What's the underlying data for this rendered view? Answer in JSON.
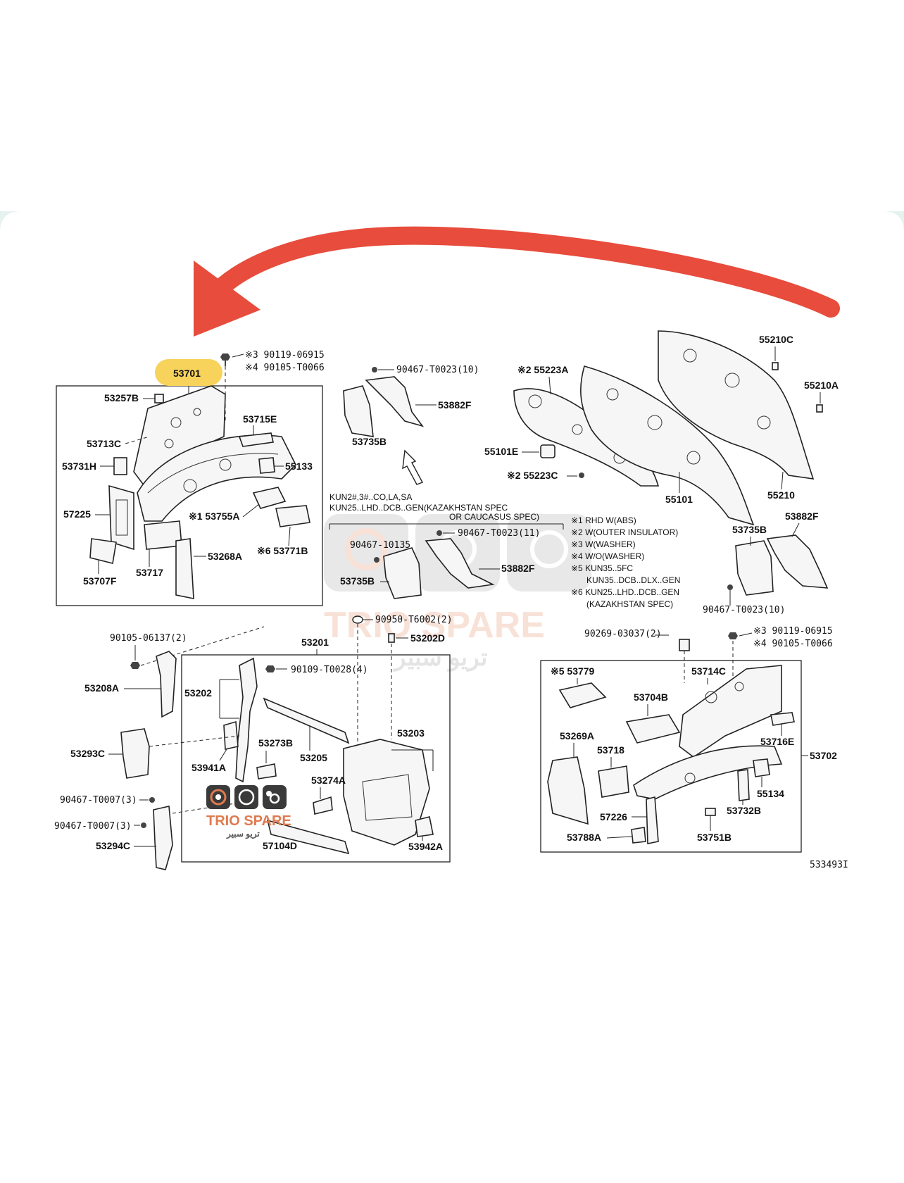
{
  "colors": {
    "arrow": "#e74c3c",
    "highlight": "#f7d35c",
    "watermark": "#e07a4f",
    "ink": "#111111"
  },
  "highlight_label": "53701",
  "labels": {
    "p53257B": "53257B",
    "p53713C": "53713C",
    "p53731H": "53731H",
    "p57225": "57225",
    "p53707F": "53707F",
    "p53717": "53717",
    "p53268A": "53268A",
    "p53715E": "53715E",
    "p55133": "55133",
    "p53755A": "※1 53755A",
    "p53771B": "※6 53771B",
    "fast_top_3": "※3 90119-06915",
    "fast_top_4": "※4 90105-T0066",
    "p90467_T0023_10a": "90467-T0023(10)",
    "p53882F_a": "53882F",
    "p53735B_a": "53735B",
    "kun_line1": "KUN2#,3#..CO,LA,SA",
    "kun_line2": "KUN25..LHD..DCB..GEN(KAZAKHSTAN SPEC",
    "kun_line3": "OR CAUCASUS SPEC)",
    "p90467_10135": "90467-10135",
    "p90467_T0023_11": "90467-T0023(11)",
    "p53735B_b": "53735B",
    "p53882F_b": "53882F",
    "p55223A": "※2 55223A",
    "p55101E": "55101E",
    "p55223C": "※2 55223C",
    "p55101": "55101",
    "p55210C": "55210C",
    "p55210A": "55210A",
    "p55210": "55210",
    "notes": [
      "※1 RHD W(ABS)",
      "※2 W(OUTER INSULATOR)",
      "※3 W(WASHER)",
      "※4 W/O(WASHER)",
      "※5 KUN35..5FC",
      "KUN35..DCB..DLX..GEN",
      "※6 KUN25..LHD..DCB..GEN",
      "(KAZAKHSTAN SPEC)"
    ],
    "p53735B_c": "53735B",
    "p53882F_c": "53882F",
    "p90467_T0023_10b": "90467-T0023(10)",
    "p90950": "90950-T6002(2)",
    "p53202D": "53202D",
    "p53201": "53201",
    "p90105_06137": "90105-06137(2)",
    "p53208A": "53208A",
    "p53202": "53202",
    "p90109": "90109-T0028(4)",
    "p53273B": "53273B",
    "p53205": "53205",
    "p53203": "53203",
    "p53941A": "53941A",
    "p53274A": "53274A",
    "p57104D": "57104D",
    "p53942A": "53942A",
    "p53293C": "53293C",
    "p90467_T0007_a": "90467-T0007(3)",
    "p90467_T0007_b": "90467-T0007(3)",
    "p53294C": "53294C",
    "p90269": "90269-03037(2)",
    "fast_r_3": "※3 90119-06915",
    "fast_r_4": "※4 90105-T0066",
    "p53779": "※5 53779",
    "p53714C": "53714C",
    "p53704B": "53704B",
    "p53716E": "53716E",
    "p53702": "53702",
    "p53269A": "53269A",
    "p53718": "53718",
    "p55134": "55134",
    "p57226": "57226",
    "p53732B": "53732B",
    "p53788A": "53788A",
    "p53751B": "53751B",
    "diagram_id": "533493I"
  },
  "watermark": {
    "brand": "TRIO SPARE",
    "arabic": "تريو سبير"
  },
  "logo": {
    "brand": "TRIO SPARE",
    "arabic": "تريو سبير"
  }
}
